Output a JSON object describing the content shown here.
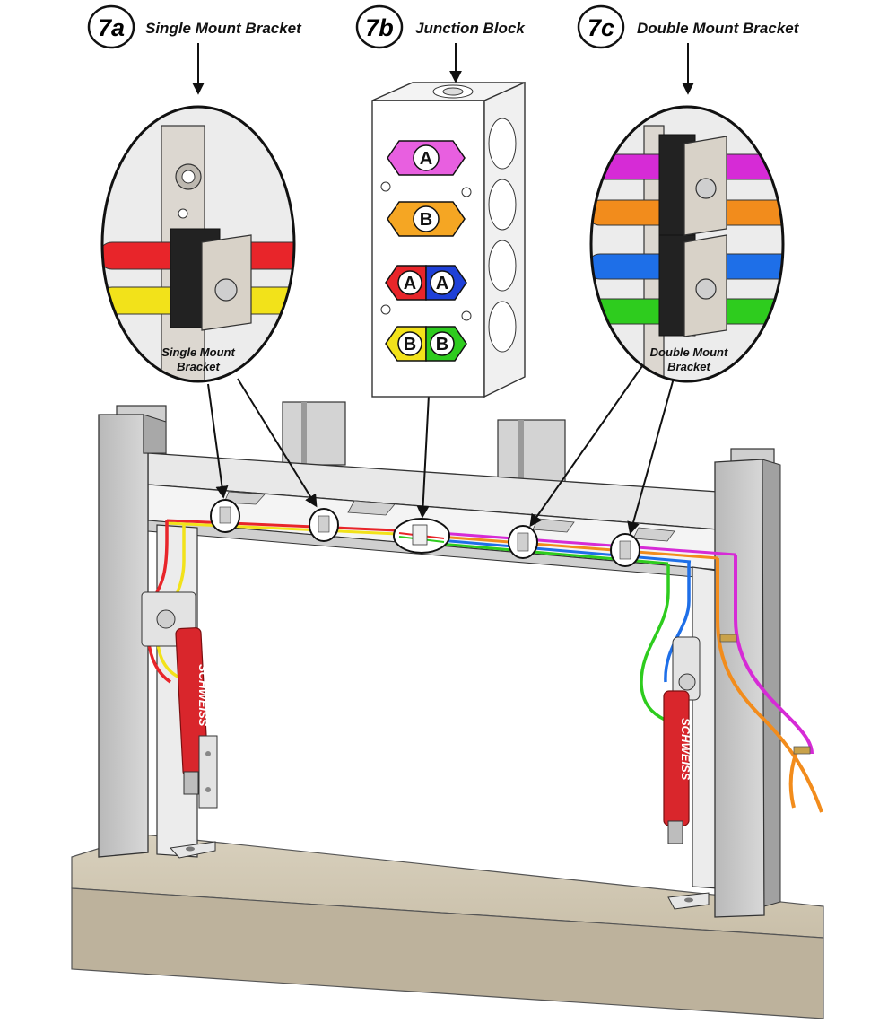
{
  "callouts": [
    {
      "step": "7a",
      "title": "Single Mount Bracket",
      "caption_line1": "Single Mount",
      "caption_line2": "Bracket"
    },
    {
      "step": "7b",
      "title": "Junction Block"
    },
    {
      "step": "7c",
      "title": "Double Mount Bracket",
      "caption_line1": "Double Mount",
      "caption_line2": "Bracket"
    }
  ],
  "junction_ports": [
    {
      "left": "A",
      "right": "",
      "left_color": "#e85fe0",
      "right_color": ""
    },
    {
      "left": "B",
      "right": "",
      "left_color": "#f5a623",
      "right_color": ""
    },
    {
      "left": "A",
      "right": "A",
      "left_color": "#e8252a",
      "right_color": "#1e40d8"
    },
    {
      "left": "B",
      "right": "B",
      "left_color": "#f2e21a",
      "right_color": "#2ecc1e"
    }
  ],
  "hose_colors": {
    "red": "#e8252a",
    "yellow": "#f2e21a",
    "magenta": "#d62bd6",
    "orange": "#f28c1c",
    "blue": "#1e6fe8",
    "green": "#2ecc1e"
  },
  "cylinder_brand": "SCHWEISS"
}
